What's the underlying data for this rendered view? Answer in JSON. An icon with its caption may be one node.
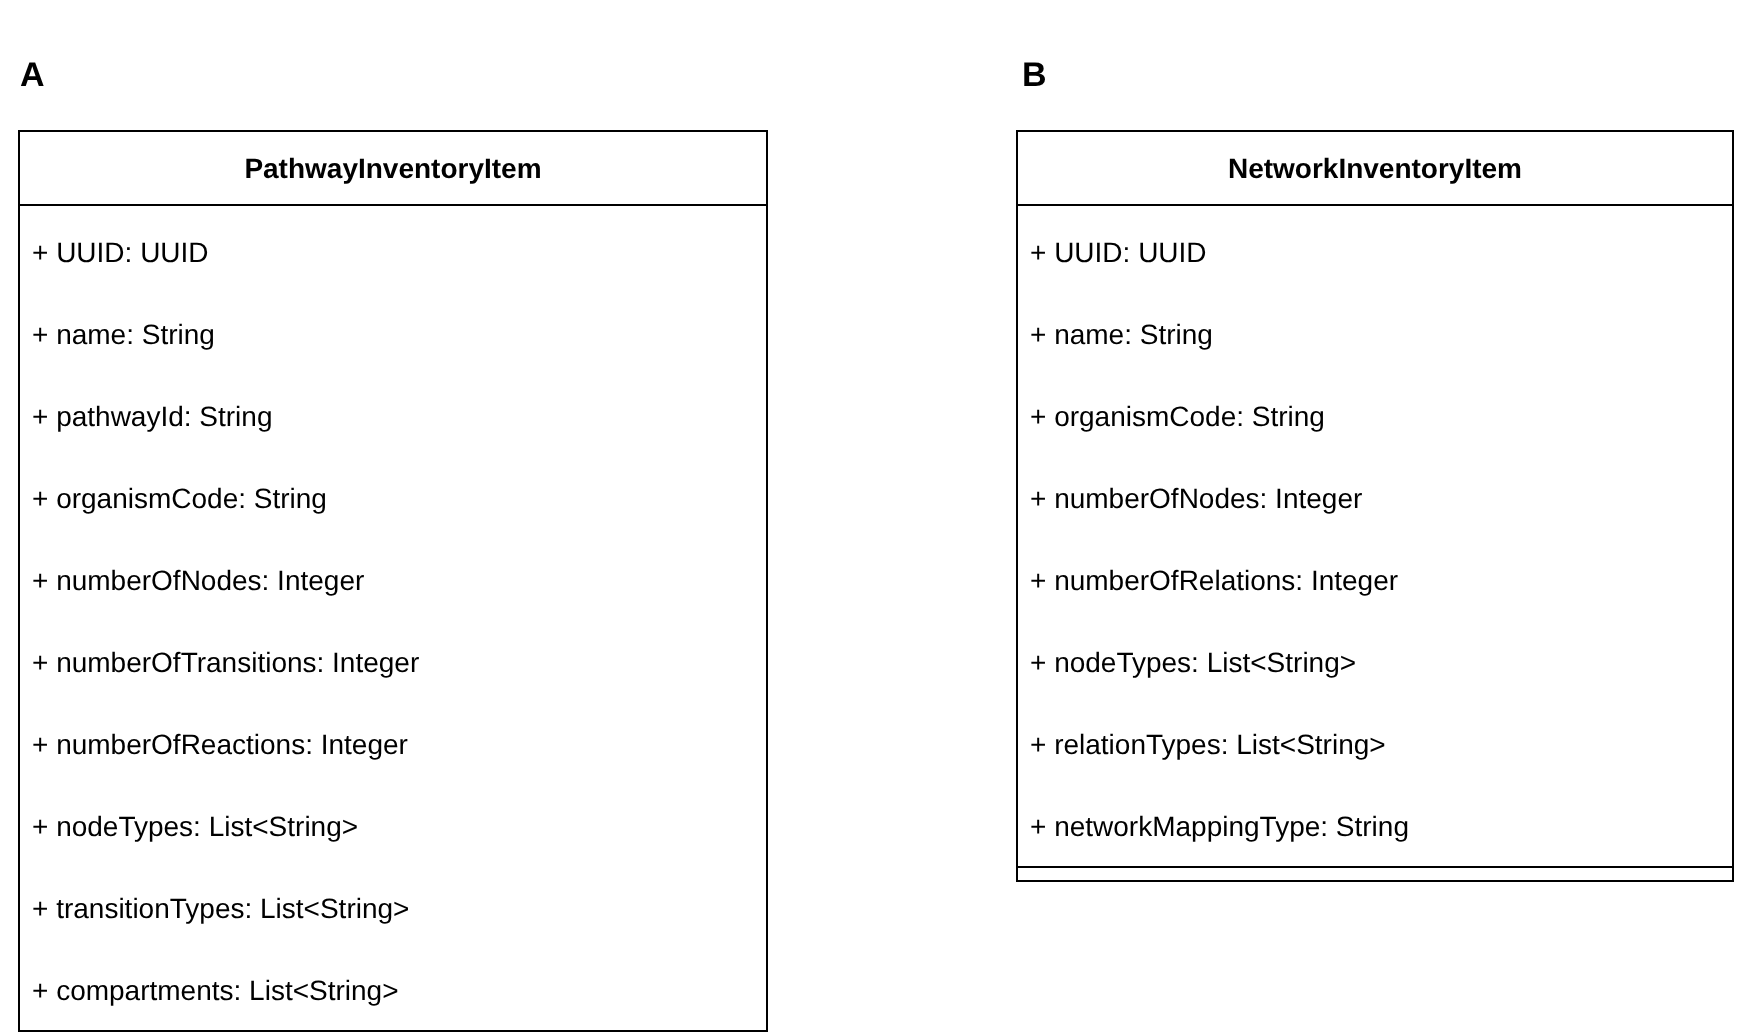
{
  "diagram": {
    "nodes": [
      {
        "text": [
          "PathwayInventoryItem",
          "+ UUID: UUID",
          "+ name: String",
          "+ pathwayId: String",
          "+ organismCode: String",
          "+ numberOfNodes: Integer",
          "+ numberOfTransitions: Integer",
          "+ numberOfReactions: Integer",
          "+ nodeTypes: List<String>",
          "+ transitionTypes: List<String>",
          "+ compartments: List<String>"
        ]
      },
      {
        "text": [
          "NetworkInventoryItem",
          "+ UUID: UUID",
          "+ name: String",
          "+ organismCode: String",
          "+ numberOfNodes: Integer",
          "+ numberOfRelations: Integer",
          "+ nodeTypes: List<String>",
          "+ relationTypes: List<String>",
          "+ networkMappingType: String"
        ]
      }
    ],
    "labels": [
      "A",
      "B"
    ]
  }
}
